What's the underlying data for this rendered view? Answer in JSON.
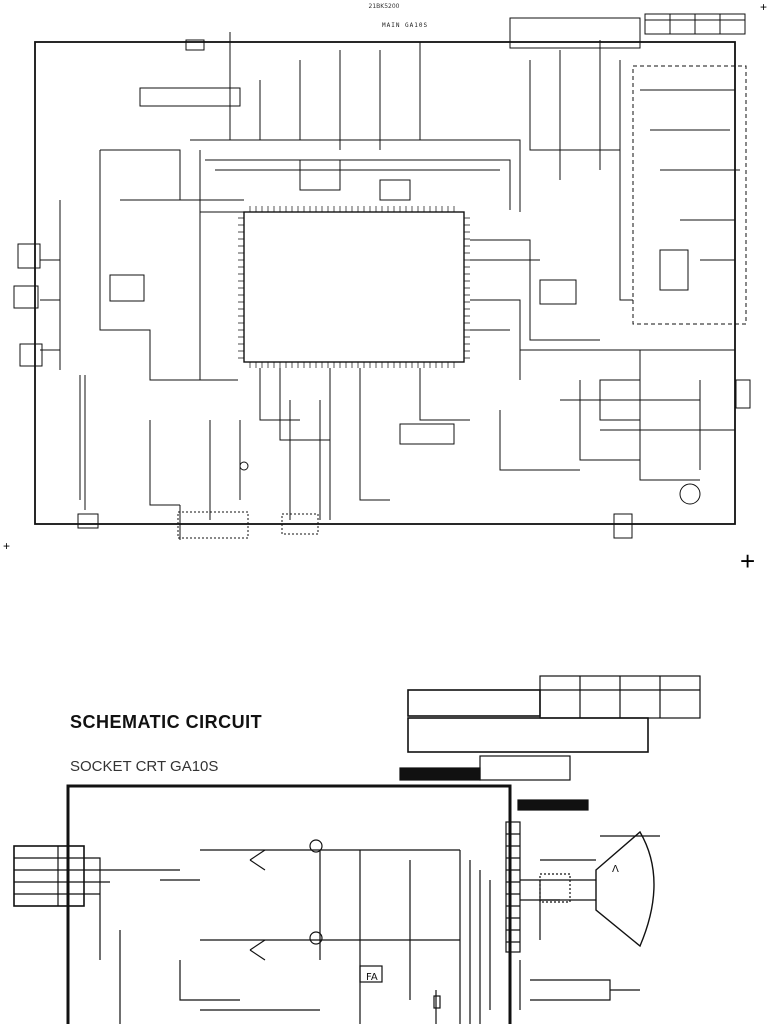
{
  "header": {
    "page_code": "21BK5200",
    "main_block_label": "MAIN  GA10S"
  },
  "lower_sheet": {
    "title": "SCHEMATIC CIRCUIT",
    "subtitle": "SOCKET CRT GA10S"
  },
  "registration_mark_glyph": "+",
  "colors": {
    "ink": "#111111",
    "paper": "#ffffff"
  }
}
